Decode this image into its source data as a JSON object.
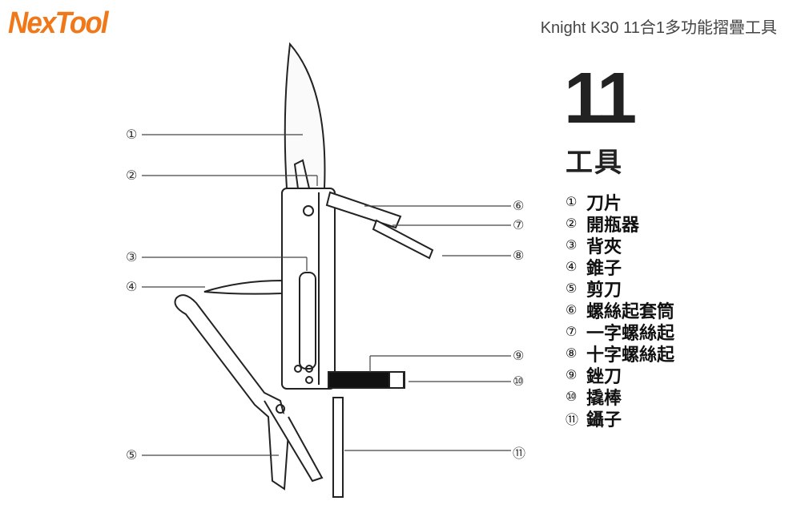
{
  "brand": {
    "logo": "NexTool",
    "color": "#f07818"
  },
  "header": {
    "title": "Knight K30 11合1多功能摺疊工具"
  },
  "summary": {
    "count": "11",
    "label": "工具"
  },
  "tools": [
    {
      "num": "①",
      "name": "刀片"
    },
    {
      "num": "②",
      "name": "開瓶器"
    },
    {
      "num": "③",
      "name": "背夾"
    },
    {
      "num": "④",
      "name": "錐子"
    },
    {
      "num": "⑤",
      "name": "剪刀"
    },
    {
      "num": "⑥",
      "name": "螺絲起套筒"
    },
    {
      "num": "⑦",
      "name": "一字螺絲起"
    },
    {
      "num": "⑧",
      "name": "十字螺絲起"
    },
    {
      "num": "⑨",
      "name": "銼刀"
    },
    {
      "num": "⑩",
      "name": "撬棒"
    },
    {
      "num": "⑪",
      "name": "鑷子"
    }
  ]
}
